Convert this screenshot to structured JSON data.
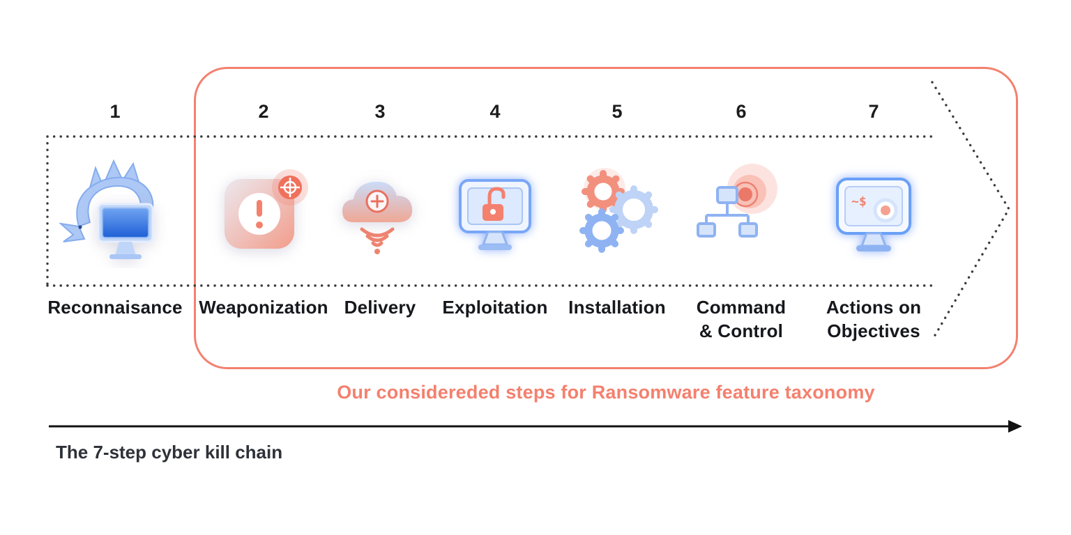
{
  "diagram": {
    "steps": [
      {
        "number": "1",
        "label": "Reconnaisance",
        "icon": "dragon-monitor-icon"
      },
      {
        "number": "2",
        "label": "Weaponization",
        "icon": "malware-warning-target-icon"
      },
      {
        "number": "3",
        "label": "Delivery",
        "icon": "cloud-delivery-signal-icon"
      },
      {
        "number": "4",
        "label": "Exploitation",
        "icon": "monitor-unlocked-padlock-icon"
      },
      {
        "number": "5",
        "label": "Installation",
        "icon": "gears-icon"
      },
      {
        "number": "6",
        "label": "Command\n& Control",
        "icon": "network-c2-radar-icon"
      },
      {
        "number": "7",
        "label": "Actions on\nObjectives",
        "icon": "ransom-terminal-monitor-icon",
        "screen_text": "~$"
      }
    ],
    "highlight_caption": "Our considereded steps for Ransomware feature taxonomy",
    "bottom_caption": "The 7-step cyber kill chain",
    "colors": {
      "accent_coral": "#F4806E",
      "icon_blue": "#8FB3F2",
      "dotted_outline": "#3A3A3A",
      "text_dark": "#16181D"
    }
  }
}
